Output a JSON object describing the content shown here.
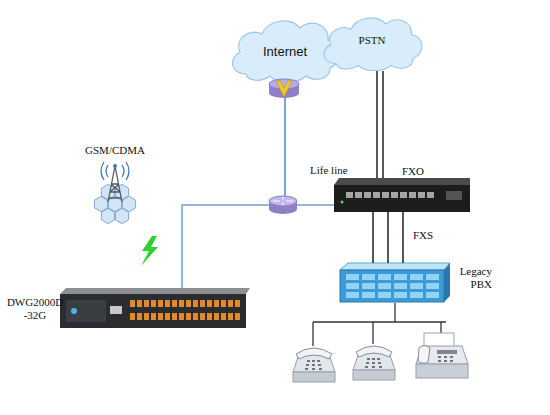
{
  "diagram": {
    "nodes": [
      {
        "text": [
          "Internet"
        ]
      },
      {
        "text": [
          "PSTN"
        ]
      },
      {
        "text": [
          "GSM/CDMA"
        ]
      },
      {
        "text": [
          "Life line"
        ]
      },
      {
        "text": [
          "Legacy PBX"
        ]
      },
      {
        "text": [
          "DWG2000D -32G"
        ]
      }
    ],
    "edges": [
      {
        "from": 0,
        "to": 5,
        "arrow": "none"
      },
      {
        "from": 0,
        "to": 3,
        "arrow": "none"
      },
      {
        "from": 1,
        "to": 3,
        "arrow": "none"
      },
      {
        "from": 3,
        "to": 4,
        "arrow": "none"
      }
    ],
    "labels": [
      "FXO",
      "FXS"
    ]
  }
}
